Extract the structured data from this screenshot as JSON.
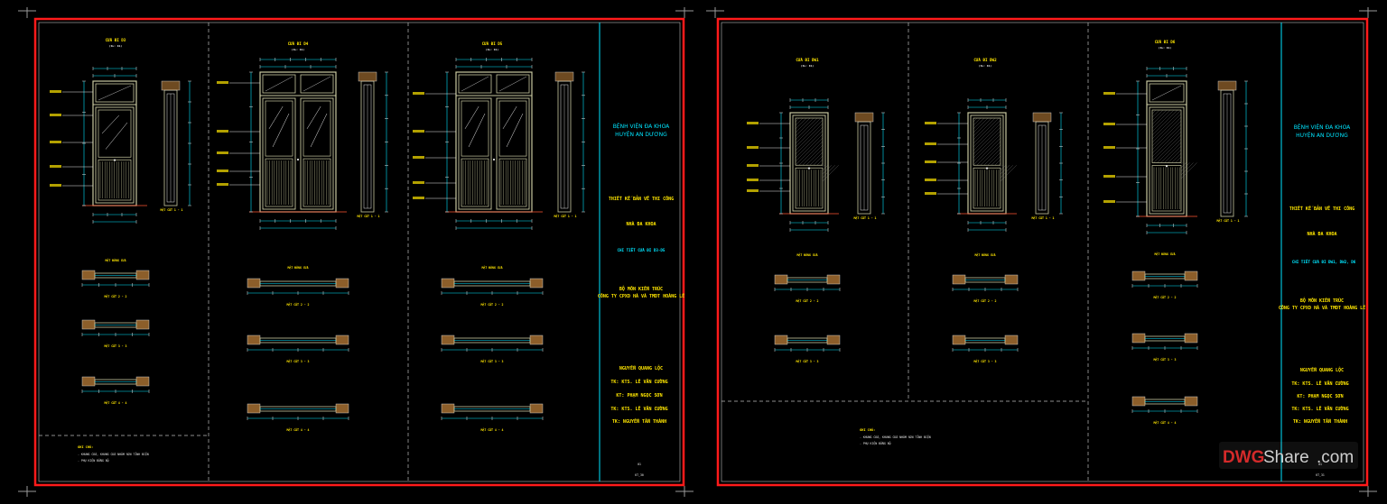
{
  "sheets": [
    {
      "id": "sheet-left",
      "title_block": {
        "hospital": "BỆNH VIỆN ĐA KHOA",
        "district": "HUYỆN AN DƯƠNG",
        "design": "THIẾT KẾ BẢN VẼ THI CÔNG",
        "building": "NHÀ ĐA KHOA",
        "drawing": "CHI TIẾT CỬA ĐI D3-D5",
        "dept1": "BỘ MÔN KIẾN TRÚC",
        "dept2": "CÔNG TY CPXD HÀ VÀ TMDT HOÀNG LÊ",
        "lead": "NGUYỄN QUANG LỘC",
        "roles": [
          "TK: KTS. LÊ VĂN CƯỜNG",
          "KT: PHẠM NGỌC SƠN",
          "TK: KTS. LÊ VĂN CƯỜNG",
          "TK: NGUYỄN TẤN THÀNH"
        ],
        "page": "01",
        "code": "KT_30"
      },
      "notes": {
        "heading": "GHI CHÚ:",
        "lines": [
          "- KHUNG CỬA, KHUNG CỬA NHÔM SƠN TĨNH ĐIỆN",
          "- PHỤ KIỆN ĐỒNG BỘ"
        ]
      }
    },
    {
      "id": "sheet-right",
      "title_block": {
        "hospital": "BỆNH VIỆN ĐA KHOA",
        "district": "HUYỆN AN DƯƠNG",
        "design": "THIẾT KẾ BẢN VẼ THI CÔNG",
        "building": "NHÀ ĐA KHOA",
        "drawing": "CHI TIẾT CỬA ĐI DW1, DW2, D6",
        "dept1": "BỘ MÔN KIẾN TRÚC",
        "dept2": "CÔNG TY CPXD HÀ VÀ TMDT HOÀNG LÊ",
        "lead": "NGUYỄN QUANG LỘC",
        "roles": [
          "TK: KTS. LÊ VĂN CƯỜNG",
          "KT: PHẠM NGỌC SƠN",
          "TK: KTS. LÊ VĂN CƯỜNG",
          "TK: NGUYỄN TẤN THÀNH"
        ],
        "page": "01",
        "code": "KT_31"
      },
      "notes": {
        "heading": "GHI CHÚ:",
        "lines": [
          "- KHUNG CỬA, KHUNG CỬA NHÔM SƠN TĨNH ĐIỆN",
          "- PHỤ KIỆN ĐỒNG BỘ"
        ]
      }
    }
  ],
  "doors_left": [
    {
      "title": "CỬA ĐI D3",
      "sub": "(SL: 01)",
      "section": "MẶT CẮT 1 - 1",
      "plan": "MẶT ĐỨNG CỬA",
      "cuts": [
        "MẶT CẮT 2 - 2",
        "MẶT CẮT 3 - 3",
        "MẶT CẮT 4 - 4"
      ]
    },
    {
      "title": "CỬA ĐI D4",
      "sub": "(SL: 01)",
      "section": "MẶT CẮT 1 - 1",
      "plan": "MẶT ĐỨNG CỬA",
      "cuts": [
        "MẶT CẮT 2 - 2",
        "MẶT CẮT 3 - 3",
        "MẶT CẮT 4 - 4"
      ]
    },
    {
      "title": "CỬA ĐI D5",
      "sub": "(SL: 01)",
      "section": "MẶT CẮT 1 - 1",
      "plan": "MẶT ĐỨNG CỬA",
      "cuts": [
        "MẶT CẮT 2 - 2",
        "MẶT CẮT 3 - 3",
        "MẶT CẮT 4 - 4"
      ]
    }
  ],
  "doors_right": [
    {
      "title": "CỬA ĐI DW1",
      "sub": "(SL: 01)",
      "section": "MẶT CẮT 1 - 1",
      "plan": "MẶT ĐỨNG CỬA",
      "cuts": [
        "MẶT CẮT 2 - 2",
        "MẶT CẮT 3 - 3"
      ]
    },
    {
      "title": "CỬA ĐI DW2",
      "sub": "(SL: 01)",
      "section": "MẶT CẮT 1 - 1",
      "plan": "MẶT ĐỨNG CỬA",
      "cuts": [
        "MẶT CẮT 2 - 2",
        "MẶT CẮT 3 - 3"
      ]
    },
    {
      "title": "CỬA ĐI D6",
      "sub": "(SL: 01)",
      "section": "MẶT CẮT 1 - 1",
      "plan": "MẶT ĐỨNG CỬA",
      "cuts": [
        "MẶT CẮT 2 - 2",
        "MẶT CẮT 3 - 3",
        "MẶT CẮT 4 - 4"
      ]
    }
  ],
  "watermark": {
    "part1": "DWG",
    "part2": "Share",
    "part3": ".com"
  },
  "colors": {
    "border": "#ff1a1a",
    "cyan": "#00e5ff",
    "yellow": "#ffe600",
    "white": "#e8e8e8",
    "frame": "#c8c8a0",
    "hatch": "#c8863c",
    "bg": "#000000"
  }
}
